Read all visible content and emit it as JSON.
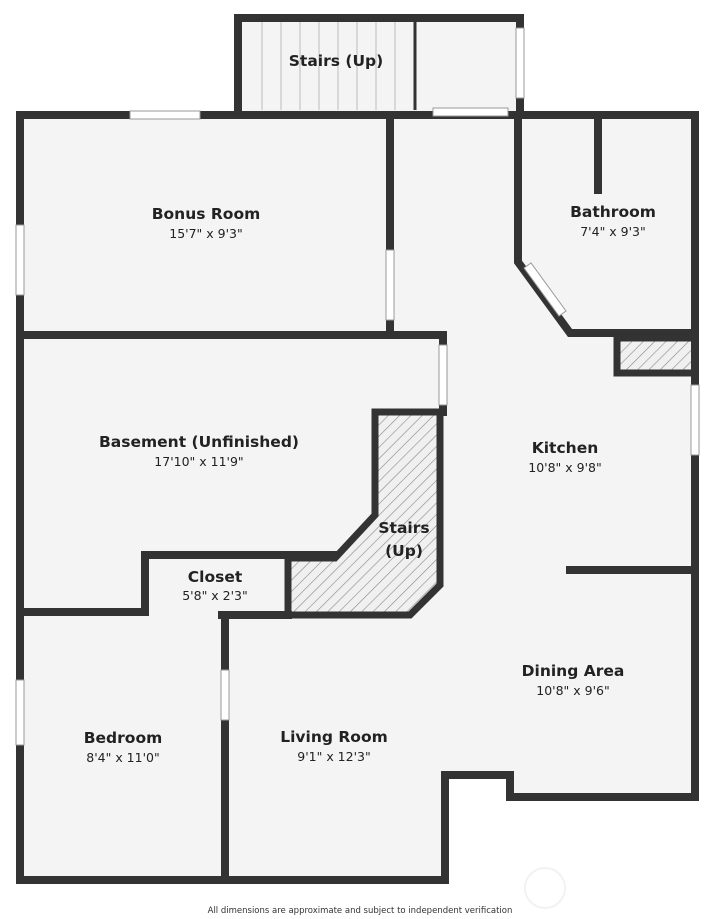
{
  "rooms": [
    {
      "name": "Stairs (Up)",
      "dims": ""
    },
    {
      "name": "Bonus Room",
      "dims": "15'7\" x 9'3\""
    },
    {
      "name": "Bathroom",
      "dims": "7'4\" x 9'3\""
    },
    {
      "name": "Basement (Unfinished)",
      "dims": "17'10\" x 11'9\""
    },
    {
      "name": "Kitchen",
      "dims": "10'8\" x 9'8\""
    },
    {
      "name": "Stairs",
      "name2": "(Up)"
    },
    {
      "name": "Closet",
      "dims": "5'8\" x 2'3\""
    },
    {
      "name": "Dining Area",
      "dims": "10'8\" x 9'6\""
    },
    {
      "name": "Bedroom",
      "dims": "8'4\" x 11'0\""
    },
    {
      "name": "Living Room",
      "dims": "9'1\" x 12'3\""
    }
  ],
  "footer": "All dimensions are approximate and subject to independent verification",
  "colors": {
    "wall": "#333333",
    "floor": "#f4f4f4"
  }
}
